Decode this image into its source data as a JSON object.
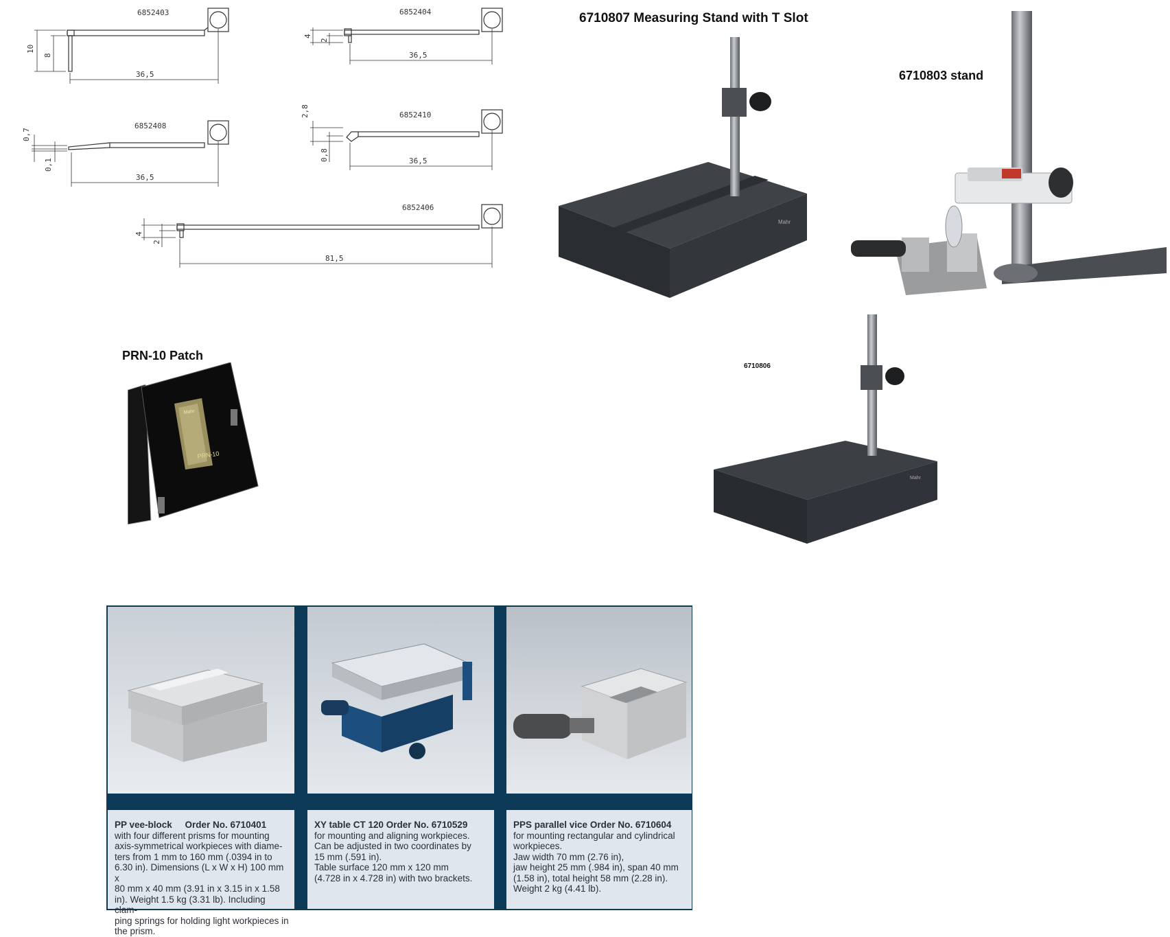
{
  "drawings": {
    "d1": {
      "part": "6852403",
      "dim_height_outer": "10",
      "dim_height_inner": "8",
      "dim_length": "36,5"
    },
    "d2": {
      "part": "6852404",
      "dim_height_outer": "4",
      "dim_height_inner": "2",
      "dim_length": "36,5"
    },
    "d3": {
      "part": "6852408",
      "dim_height_outer": "0,7",
      "dim_height_inner": "0,1",
      "dim_length": "36,5"
    },
    "d4": {
      "part": "6852410",
      "dim_height_outer": "2,8",
      "dim_height_inner": "0,8",
      "dim_length": "36,5"
    },
    "d5": {
      "part": "6852406",
      "dim_height_outer": "4",
      "dim_height_inner": "2",
      "dim_length": "81,5"
    }
  },
  "stands": {
    "t_slot_title": "6710807 Measuring Stand with T Slot",
    "stand_803_title": "6710803 stand",
    "stand_806_label": "6710806",
    "brand": "Mahr"
  },
  "patch": {
    "title": "PRN-10 Patch",
    "badge_text": "PRN-10",
    "brand": "Mahr"
  },
  "cards": [
    {
      "title": "PP vee-block     Order No. 6710401",
      "lines": [
        "with four different prisms for mounting",
        "axis-symmetrical workpieces with diame-",
        "ters from 1 mm to 160 mm (.0394 in to",
        "6.30 in). Dimensions (L x W x H) 100 mm x",
        "80 mm x 40 mm (3.91 in x 3.15 in x 1.58",
        "in). Weight 1.5 kg (3.31 lb). Including clam-",
        "ping springs for holding light workpieces in",
        "the prism."
      ]
    },
    {
      "title": "XY table CT 120 Order No. 6710529",
      "lines": [
        "for mounting and aligning workpieces.",
        "Can be adjusted in two coordinates by",
        "15 mm (.591 in).",
        "Table surface 120 mm x 120 mm",
        "(4.728 in x 4.728 in) with two brackets."
      ]
    },
    {
      "title": "PPS parallel vice Order No. 6710604",
      "lines": [
        "for mounting rectangular and cylindrical",
        "workpieces.",
        "Jaw width 70 mm (2.76 in),",
        "jaw height 25 mm (.984 in), span 40 mm",
        "(1.58 in), total height 58 mm (2.28 in).",
        "Weight 2 kg (4.41 lb)."
      ]
    }
  ]
}
